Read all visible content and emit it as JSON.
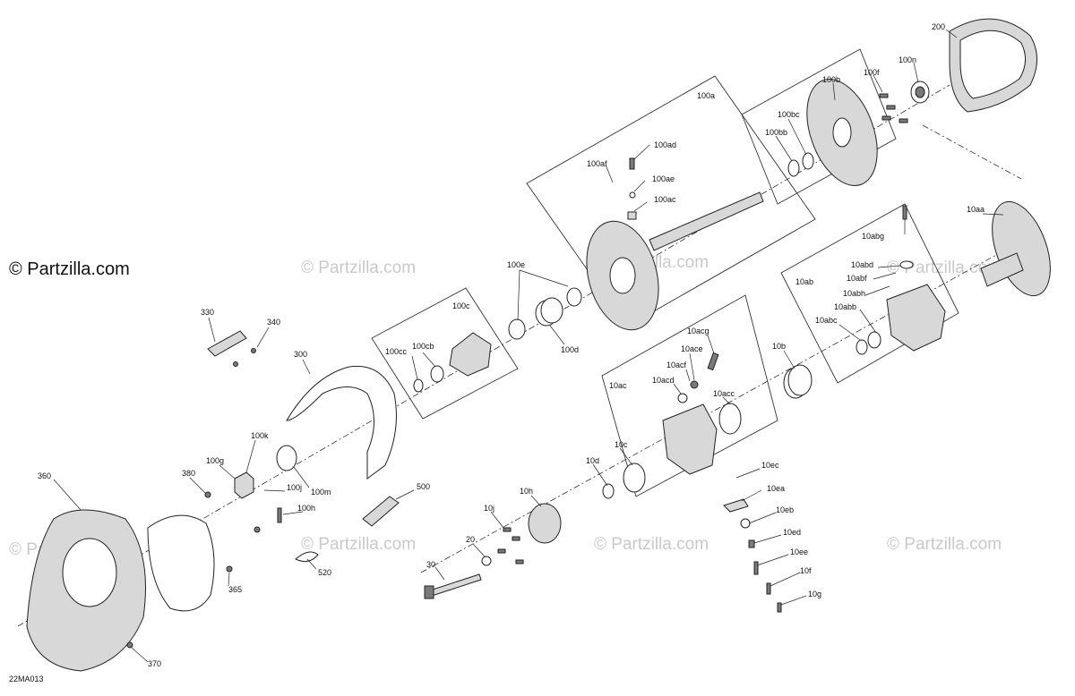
{
  "brand": "© Partzilla.com",
  "watermark": "© Partzilla.com",
  "diagram_code": "22MA013",
  "callouts": {
    "p200": "200",
    "p100f": "100f",
    "p100n": "100n",
    "p100b": "100b",
    "p100bc": "100bc",
    "p100bb": "100bb",
    "p100a": "100a",
    "p100ad": "100ad",
    "p100af": "100af",
    "p100ae": "100ae",
    "p100ac": "100ac",
    "p10aa": "10aa",
    "p10abg": "10abg",
    "p10abd": "10abd",
    "p10abf": "10abf",
    "p10ab": "10ab",
    "p10abh": "10abh",
    "p10abb": "10abb",
    "p10abc": "10abc",
    "p100e": "100e",
    "p100c": "100c",
    "p100d": "100d",
    "p100cc": "100cc",
    "p100cb": "100cb",
    "p10acg": "10acg",
    "p10ace": "10ace",
    "p10acf": "10acf",
    "p10acd": "10acd",
    "p10ac": "10ac",
    "p10acc": "10acc",
    "p10b": "10b",
    "p330": "330",
    "p340": "340",
    "p300": "300",
    "p100k": "100k",
    "p100g": "100g",
    "p380": "380",
    "p100j": "100j",
    "p100m": "100m",
    "p100h": "100h",
    "p500": "500",
    "p360": "360",
    "p365": "365",
    "p370": "370",
    "p520": "520",
    "p10ec": "10ec",
    "p10ea": "10ea",
    "p10eb": "10eb",
    "p10ed": "10ed",
    "p10ee": "10ee",
    "p10f": "10f",
    "p10g": "10g",
    "p10d": "10d",
    "p10c": "10c",
    "p10h": "10h",
    "p10j": "10j",
    "p20": "20",
    "p30": "30"
  }
}
